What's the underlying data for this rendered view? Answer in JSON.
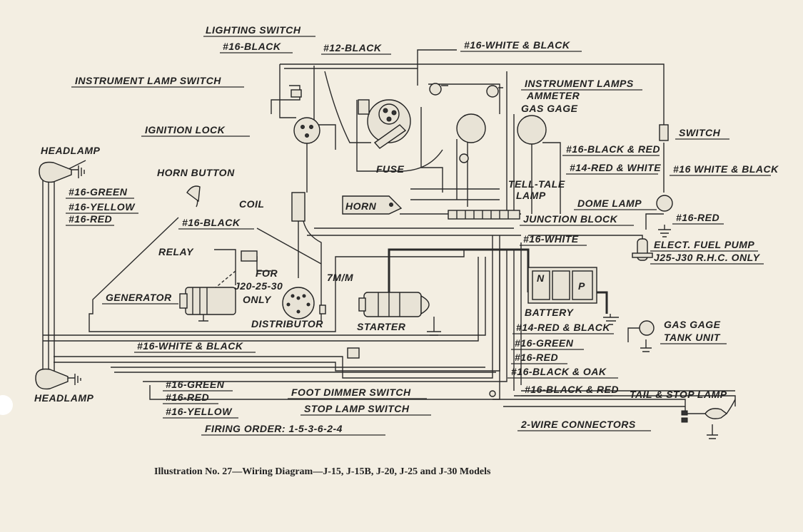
{
  "labels": {
    "lighting_switch": "LIGHTING SWITCH",
    "black16_a": "#16-BLACK",
    "black12": "#12-BLACK",
    "white_black16_a": "#16-WHITE & BLACK",
    "instrument_lamp_switch": "INSTRUMENT LAMP SWITCH",
    "instrument_lamps": "INSTRUMENT LAMPS",
    "ammeter": "AMMETER",
    "gas_gage": "GAS GAGE",
    "ignition_lock": "IGNITION LOCK",
    "switch": "SWITCH",
    "headlamp_top": "HEADLAMP",
    "black_red16_a": "#16-BLACK & RED",
    "red_white14": "#14-RED & WHITE",
    "white_black16_b": "#16 WHITE & BLACK",
    "horn_button": "HORN BUTTON",
    "fuse": "FUSE",
    "tell_tale_lamp_1": "TELL-TALE",
    "tell_tale_lamp_2": "LAMP",
    "green16_a": "#16-GREEN",
    "yellow16_a": "#16-YELLOW",
    "red16_a": "#16-RED",
    "coil": "COIL",
    "horn": "HORN",
    "dome_lamp": "DOME LAMP",
    "red16_b": "#16-RED",
    "black16_b": "#16-BLACK",
    "junction_block": "JUNCTION BLOCK",
    "white16": "#16-WHITE",
    "elect_fuel_pump_1": "ELECT. FUEL PUMP",
    "elect_fuel_pump_2": "J25-J30 R.H.C. ONLY",
    "relay": "RELAY",
    "for_1": "FOR",
    "for_2": "J20-25-30",
    "for_3": "ONLY",
    "tmm": "7M/M",
    "generator": "GENERATOR",
    "distributor": "DISTRIBUTOR",
    "starter": "STARTER",
    "battery": "BATTERY",
    "batt_n": "N",
    "batt_p": "P",
    "red_black14": "#14-RED & BLACK",
    "gas_gage_tank_1": "GAS GAGE",
    "gas_gage_tank_2": "TANK UNIT",
    "white_black16_c": "#16-WHITE & BLACK",
    "green16_b": "#16-GREEN",
    "red16_c": "#16-RED",
    "black_oak16": "#16-BLACK & OAK",
    "green16_c": "#16-GREEN",
    "red16_d": "#16-RED",
    "yellow16_b": "#16-YELLOW",
    "headlamp_bottom": "HEADLAMP",
    "foot_dimmer_switch": "FOOT DIMMER SWITCH",
    "black_red16_b": "#16-BLACK & RED",
    "tail_stop_lamp": "TAIL & STOP LAMP",
    "stop_lamp_switch": "STOP LAMP SWITCH",
    "two_wire_connectors": "2-WIRE CONNECTORS",
    "firing_order": "FIRING ORDER: 1-5-3-6-2-4"
  },
  "caption": "Illustration No. 27—Wiring Diagram—J-15, J-15B, J-20, J-25 and J-30 Models",
  "colors": {
    "paper": "#f3eee2",
    "ink": "#2a2a2a"
  }
}
